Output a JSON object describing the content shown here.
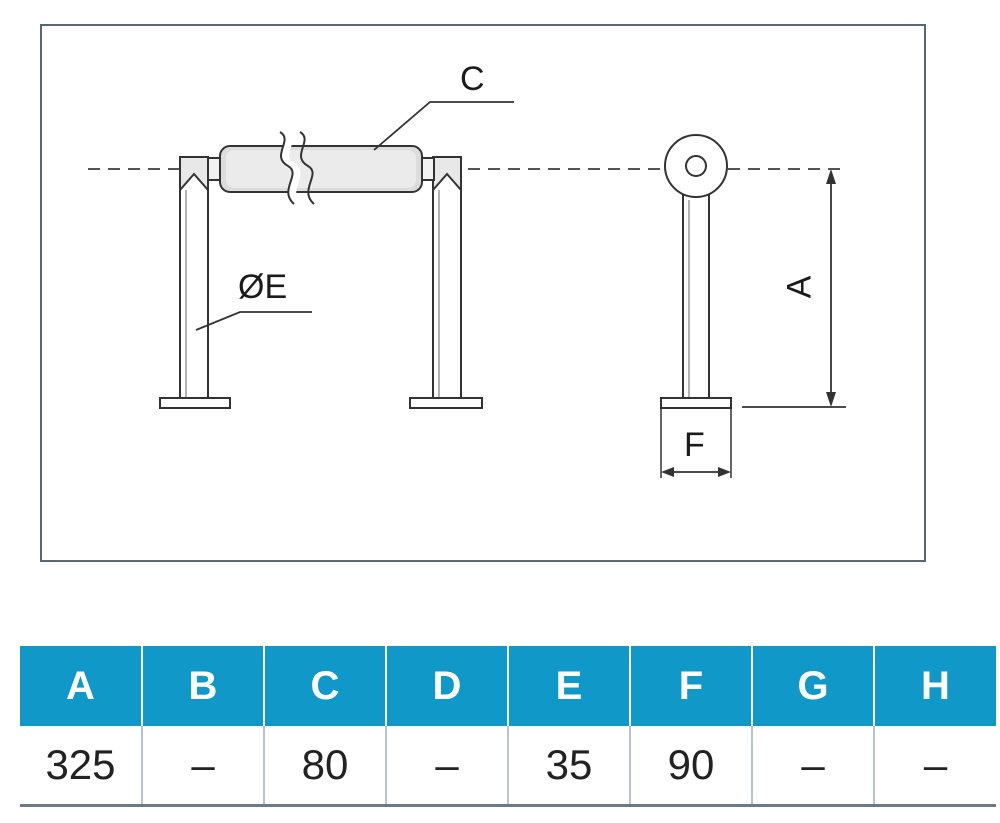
{
  "diagram": {
    "labels": {
      "c": "C",
      "e": "ØE",
      "a": "A",
      "f": "F"
    }
  },
  "table": {
    "header_color": "#0f98c8",
    "headers": [
      "A",
      "B",
      "C",
      "D",
      "E",
      "F",
      "G",
      "H"
    ],
    "values": [
      "325",
      "–",
      "80",
      "–",
      "35",
      "90",
      "–",
      "–"
    ]
  }
}
